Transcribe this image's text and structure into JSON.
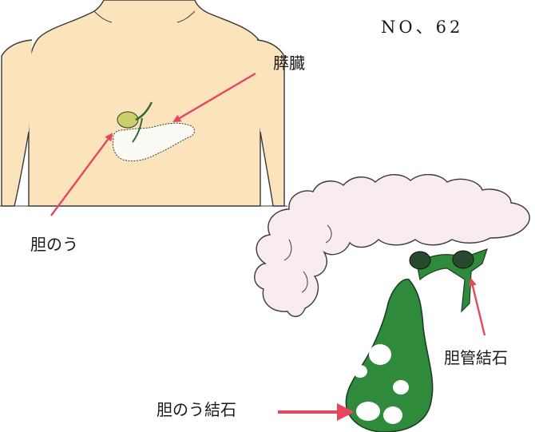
{
  "page_number": "NO、62",
  "labels": {
    "pancreas": "膵臓",
    "gallbladder": "胆のう",
    "bile_duct_stone": "胆管結石",
    "gallbladder_stone": "胆のう結石"
  },
  "colors": {
    "skin": "#fbe3bc",
    "outline": "#3a3a3a",
    "pancreas_fill": "#f8ecef",
    "gallbladder_green": "#2f8a3c",
    "duct_dark": "#274a2e",
    "arrow_red": "#e8455e",
    "stone": "#ffffff"
  }
}
